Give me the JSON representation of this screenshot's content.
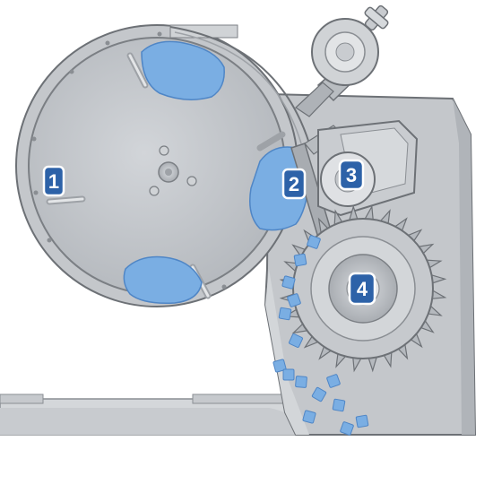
{
  "colors": {
    "background": "#ffffff",
    "machine_gray": "#c4c7cb",
    "machine_light": "#dcdfe2",
    "machine_dark": "#9ea2a7",
    "outline": "#6d7176",
    "material_blue": "#7aaee3",
    "material_stroke": "#4f86c6",
    "badge_fill": "#2d62a8",
    "badge_stroke": "#ffffff"
  },
  "icons": {
    "drum": "rotating-drum-icon",
    "cutter": "toothed-cutter-wheel-icon",
    "adjuster": "adjustment-knob-icon"
  },
  "callouts": [
    {
      "id": "1",
      "label": "1",
      "part": "drum-paddle"
    },
    {
      "id": "2",
      "label": "2",
      "part": "feed-blade"
    },
    {
      "id": "3",
      "label": "3",
      "part": "pressure-roller"
    },
    {
      "id": "4",
      "label": "4",
      "part": "cutting-wheel"
    }
  ]
}
